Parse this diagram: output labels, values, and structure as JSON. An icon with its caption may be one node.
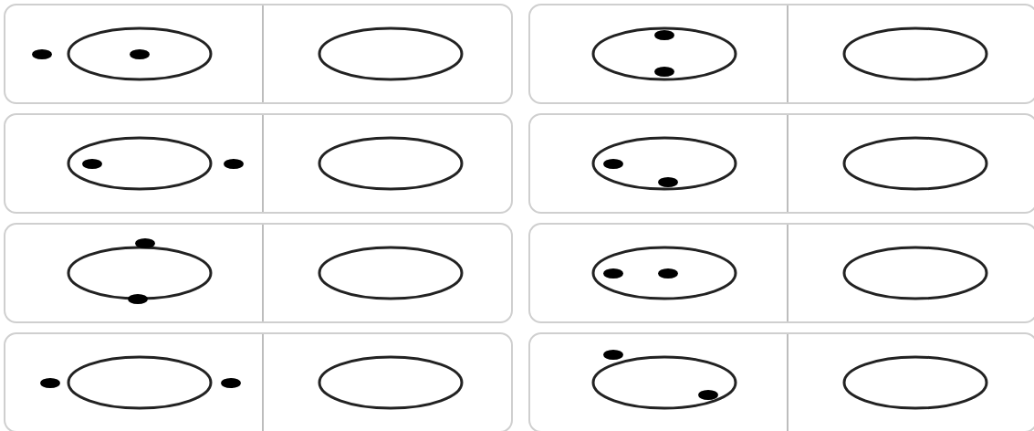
{
  "diagram": {
    "nodes": [
      {
        "text": [],
        "shape": "box"
      },
      {
        "text": [],
        "shape": "circle",
        "in": 0
      },
      {
        "text": [],
        "shape": "circle",
        "in": 0
      },
      {
        "text": [],
        "shape": "box"
      },
      {
        "text": [],
        "shape": "circle",
        "in": 3
      },
      {
        "text": [],
        "shape": "circle",
        "in": 3
      },
      {
        "text": [],
        "shape": "box"
      },
      {
        "text": [],
        "shape": "circle",
        "in": 6
      },
      {
        "text": [],
        "shape": "circle",
        "in": 6
      },
      {
        "text": [],
        "shape": "box"
      },
      {
        "text": [],
        "shape": "circle",
        "in": 9
      },
      {
        "text": [],
        "shape": "circle",
        "in": 9
      },
      {
        "text": [],
        "shape": "box"
      },
      {
        "text": [],
        "shape": "circle",
        "in": 12
      },
      {
        "text": [],
        "shape": "circle",
        "in": 12
      },
      {
        "text": [],
        "shape": "box"
      },
      {
        "text": [],
        "shape": "circle",
        "in": 15
      },
      {
        "text": [],
        "shape": "circle",
        "in": 15
      },
      {
        "text": [],
        "shape": "box"
      },
      {
        "text": [],
        "shape": "circle",
        "in": 18
      },
      {
        "text": [],
        "shape": "circle",
        "in": 18
      },
      {
        "text": [],
        "shape": "box"
      },
      {
        "text": [],
        "shape": "circle",
        "in": 21
      },
      {
        "text": [],
        "shape": "circle",
        "in": 21
      }
    ]
  }
}
